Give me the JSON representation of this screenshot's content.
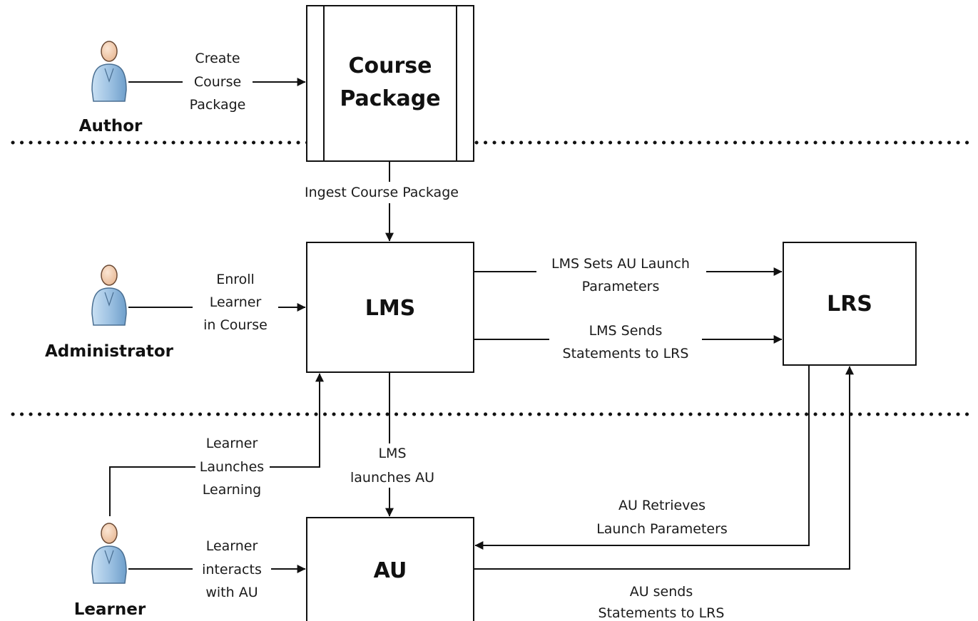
{
  "actors": {
    "author": "Author",
    "administrator": "Administrator",
    "learner": "Learner"
  },
  "boxes": {
    "course_package": [
      "Course",
      "Package"
    ],
    "lms": "LMS",
    "lrs": "LRS",
    "au": "AU"
  },
  "flows": {
    "create_course_package": [
      "Create",
      "Course",
      "Package"
    ],
    "ingest_course_package": [
      "Ingest Course Package"
    ],
    "enroll_learner": [
      "Enroll",
      "Learner",
      "in Course"
    ],
    "lms_sets_au_launch": [
      "LMS Sets AU Launch",
      "Parameters"
    ],
    "lms_sends_statements": [
      "LMS Sends",
      "Statements to LRS"
    ],
    "learner_launches_learning": [
      "Learner",
      "Launches",
      "Learning"
    ],
    "lms_launches_au": [
      "LMS",
      "launches AU"
    ],
    "au_retrieves_launch": [
      "AU Retrieves",
      "Launch Parameters"
    ],
    "learner_interacts": [
      "Learner",
      "interacts",
      "with AU"
    ],
    "au_sends_statements": [
      "AU sends",
      "Statements to LRS"
    ]
  },
  "colors": {
    "line": "#111111",
    "actor_body": "#9fc3e3",
    "actor_head": "#f2cdb0"
  }
}
